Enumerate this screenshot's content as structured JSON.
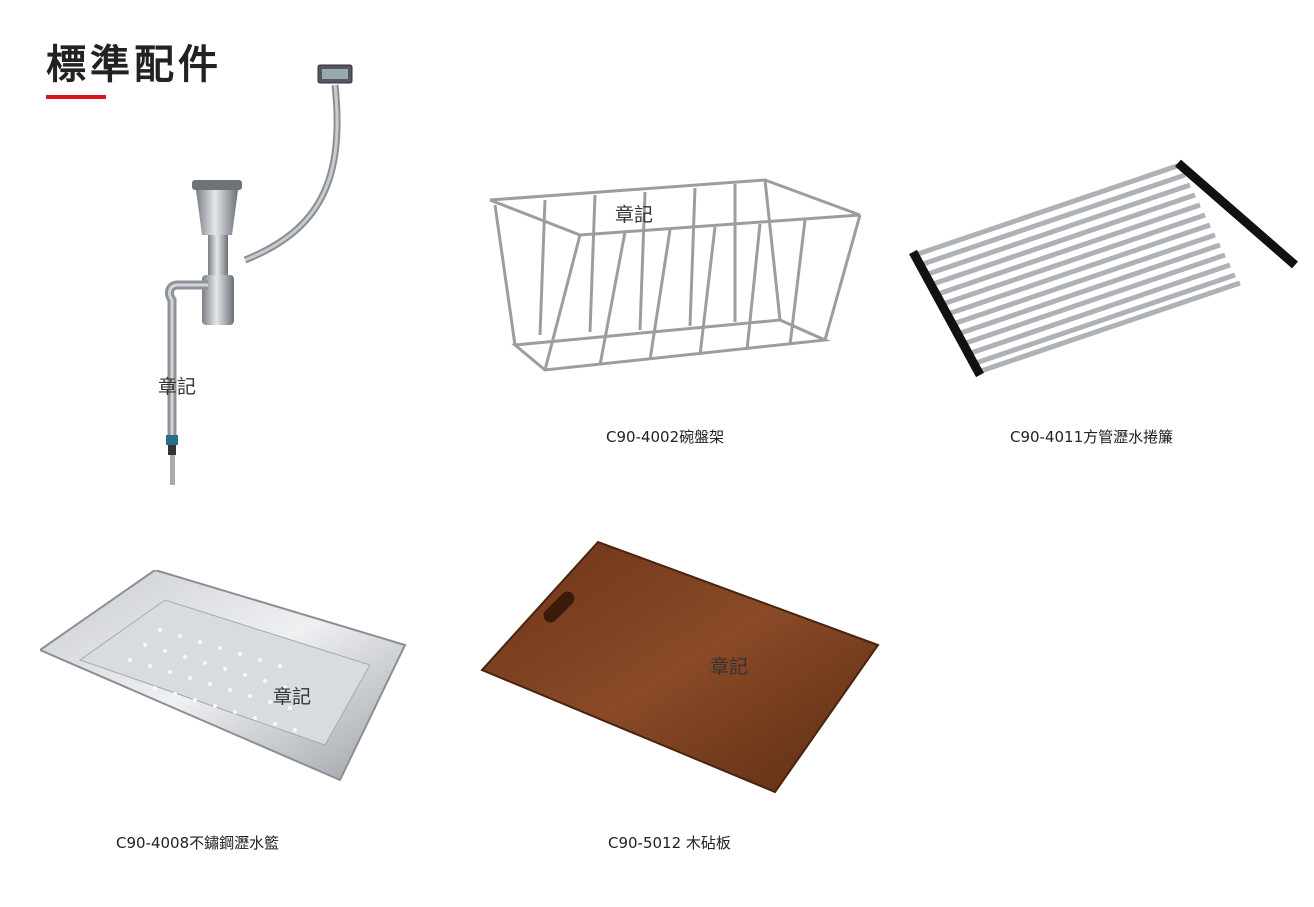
{
  "heading": "標準配件",
  "brand_color": "#d7141b",
  "watermark": "章記",
  "products": [
    {
      "name": "drain-kit",
      "caption": ""
    },
    {
      "name": "dish-rack",
      "caption": "C90-4002碗盤架"
    },
    {
      "name": "roll-mat",
      "caption": "C90-4011方管瀝水捲簾"
    },
    {
      "name": "colander",
      "caption": "C90-4008不鏽鋼瀝水籃"
    },
    {
      "name": "cutting-board",
      "caption": "C90-5012 木砧板"
    }
  ]
}
